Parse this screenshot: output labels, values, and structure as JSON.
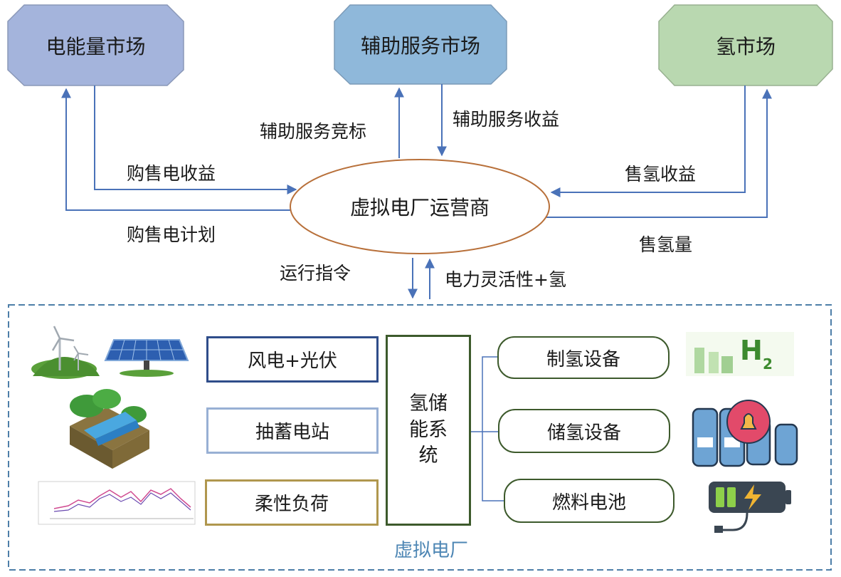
{
  "markets": {
    "energy": "电能量市场",
    "ancillary": "辅助服务市场",
    "hydrogen": "氢市场"
  },
  "operator": "虚拟电厂运营商",
  "flows": {
    "energy_revenue": "购售电收益",
    "energy_plan": "购售电计划",
    "ancillary_bid": "辅助服务竞标",
    "ancillary_revenue": "辅助服务收益",
    "hydrogen_revenue": "售氢收益",
    "hydrogen_volume": "售氢量",
    "dispatch_command": "运行指令",
    "flexibility_hydrogen": "电力灵活性+氢"
  },
  "vpp": {
    "title": "虚拟电厂",
    "resources": [
      "风电+光伏",
      "抽蓄电站",
      "柔性负荷"
    ],
    "hub": "氢储能系统",
    "devices": [
      "制氢设备",
      "储氢设备",
      "燃料电池"
    ]
  },
  "colors": {
    "energy_market_fill": "#a4b4dc",
    "ancillary_market_fill": "#8fb8da",
    "hydrogen_market_fill": "#b9d8b0",
    "arrow": "#4a72b8",
    "operator_border": "#b8703a",
    "dashed_border": "#4d7ea8",
    "box_wind_solar": "#2f4d8a",
    "box_pumped": "#98b0d4",
    "box_flex": "#b0974e",
    "hub_border": "#3d5a2c",
    "device_border": "#3d5a2c"
  }
}
